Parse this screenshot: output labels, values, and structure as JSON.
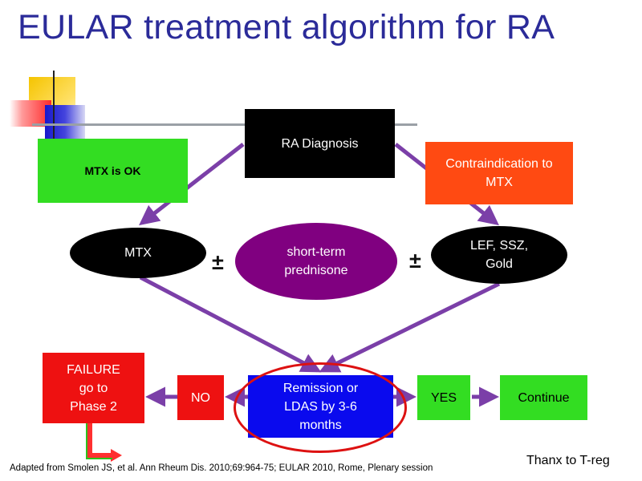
{
  "slide": {
    "title": "EULAR treatment algorithm for RA",
    "source_note": "Adapted from Smolen JS, et al. Ann Rheum Dis. 2010;69:964-75; EULAR 2010, Rome, Plenary session",
    "credit": "Thanx to T-reg"
  },
  "nodes": {
    "diagnosis": "RA Diagnosis",
    "mtx_ok": "MTX is OK",
    "contra_line1": "Contraindication to",
    "contra_line2": "MTX",
    "mtx": "MTX",
    "pred_line1": "short-term",
    "pred_line2": "prednisone",
    "lef_line1": "LEF, SSZ,",
    "lef_line2": "Gold",
    "plusminus": "±",
    "remission_line1": "Remission or",
    "remission_line2": "LDAS  by 3-6",
    "remission_line3": "months",
    "no": "NO",
    "yes": "YES",
    "failure_line1": "FAILURE",
    "failure_line2": "go to",
    "failure_line3": "Phase 2",
    "continue": "Continue"
  },
  "colors": {
    "title": "#2b2b99",
    "arrow": "#7b3fa8",
    "black_node": "#000000",
    "green_node": "#33dd22",
    "orange_node": "#ff4a12",
    "purple_node": "#800080",
    "blue_node": "#0a0aee",
    "red_node": "#ee1111",
    "highlight_ring": "#dd1111"
  }
}
